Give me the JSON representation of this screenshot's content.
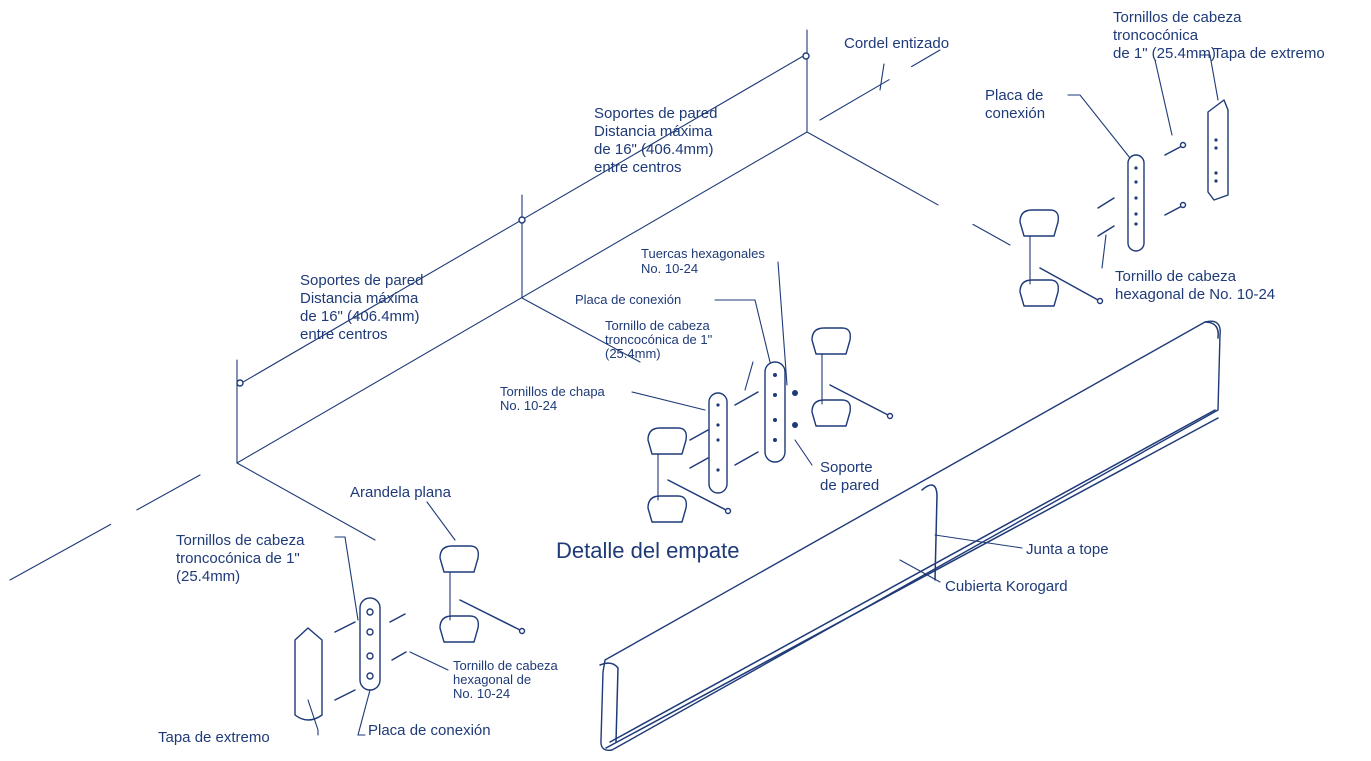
{
  "colors": {
    "ink": "#1e3a78",
    "background": "#ffffff"
  },
  "labels": {
    "chalk_line": "Cordel entizado",
    "spacing_a": [
      "Soportes de pared",
      "Distancia máxima",
      "de 16\" (406.4mm)",
      "entre centros"
    ],
    "spacing_b": [
      "Soportes de pared",
      "Distancia máxima",
      "de 16\" (406.4mm)",
      "entre centros"
    ],
    "top_screws": [
      "Tornillos de cabeza",
      "troncocónica",
      "de 1\" (25.4mm)"
    ],
    "end_cap_top": "Tapa de extremo",
    "plate_top": [
      "Placa de",
      "conexión"
    ],
    "hex_screw_top": [
      "Tornillo de cabeza",
      "hexagonal de No. 10-24"
    ],
    "hex_nuts": [
      "Tuercas hexagonales",
      "No. 10-24"
    ],
    "plate_mid": "Placa de conexión",
    "mid_screw": [
      "Tornillo de cabeza",
      "troncocónica de 1\"",
      "(25.4mm)"
    ],
    "sheet_screws": [
      "Tornillos de chapa",
      "No. 10-24"
    ],
    "wall_support": [
      "Soporte",
      "de pared"
    ],
    "splice_detail": "Detalle del empate",
    "flat_washer": "Arandela plana",
    "left_screws": [
      "Tornillos de cabeza",
      "troncocónica de 1\"",
      "(25.4mm)"
    ],
    "hex_screw_bottom": [
      "Tornillo de cabeza",
      "hexagonal de",
      "No. 10-24"
    ],
    "end_cap_bottom": "Tapa de extremo",
    "plate_bottom": "Placa de conexión",
    "butt_joint": "Junta a tope",
    "cover": "Cubierta Korogard"
  }
}
